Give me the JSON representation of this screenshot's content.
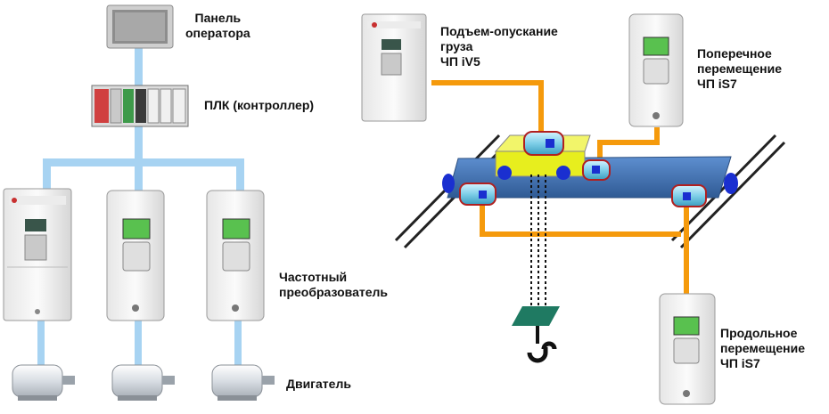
{
  "labels": {
    "operator_panel": [
      "Панель",
      "оператора"
    ],
    "plc": "ПЛК (контроллер)",
    "frequency_converter": [
      "Частотный",
      "преобразователь"
    ],
    "motor": "Двигатель",
    "hoist": [
      "Подъем-опускание",
      "груза",
      "ЧП iV5"
    ],
    "traverse": [
      "Поперечное",
      "перемещение",
      "ЧП iS7"
    ],
    "longitudinal": [
      "Продольное",
      "перемещение",
      "ЧП iS7"
    ]
  },
  "colors": {
    "bus": "#a7d3f2",
    "power_line": "#f59a0c",
    "crane_beam": "#3a6aa6",
    "trolley": "#e7ee1e",
    "wheel": "#1a2fd0",
    "hook_plate": "#1f7a62",
    "rail": "#222222"
  },
  "icons": {
    "operator_panel": "touch-screen-panel",
    "plc": "plc-rack",
    "drive": "inverter-unit",
    "motor": "electric-motor",
    "hook": "crane-hook"
  }
}
